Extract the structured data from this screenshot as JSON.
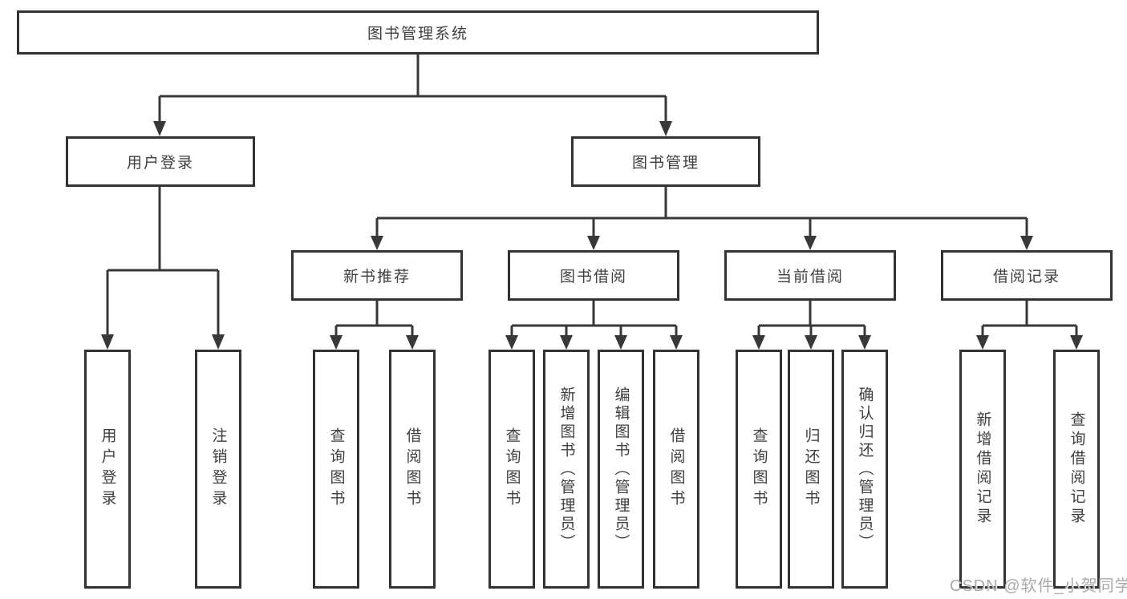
{
  "tree": {
    "label": "图书管理系统",
    "children": [
      {
        "label": "用户登录",
        "children": [
          {
            "label": "用户登录"
          },
          {
            "label": "注销登录"
          }
        ]
      },
      {
        "label": "图书管理",
        "children": [
          {
            "label": "新书推荐",
            "children": [
              {
                "label": "查询图书"
              },
              {
                "label": "借阅图书"
              }
            ]
          },
          {
            "label": "图书借阅",
            "children": [
              {
                "label": "查询图书"
              },
              {
                "label": "新增图书（管理员）"
              },
              {
                "label": "编辑图书（管理员）"
              },
              {
                "label": "借阅图书"
              }
            ]
          },
          {
            "label": "当前借阅",
            "children": [
              {
                "label": "查询图书"
              },
              {
                "label": "归还图书"
              },
              {
                "label": "确认归还（管理员）"
              }
            ]
          },
          {
            "label": "借阅记录",
            "children": [
              {
                "label": "新增借阅记录"
              },
              {
                "label": "查询借阅记录"
              }
            ]
          }
        ]
      }
    ]
  },
  "watermark": {
    "text": "CSDN @软件_小贺同学"
  },
  "colors": {
    "line": "#383838",
    "box_border": "#333333",
    "text": "#3f3f3f",
    "watermark": "#a9a9a9",
    "background": "#ffffff"
  }
}
